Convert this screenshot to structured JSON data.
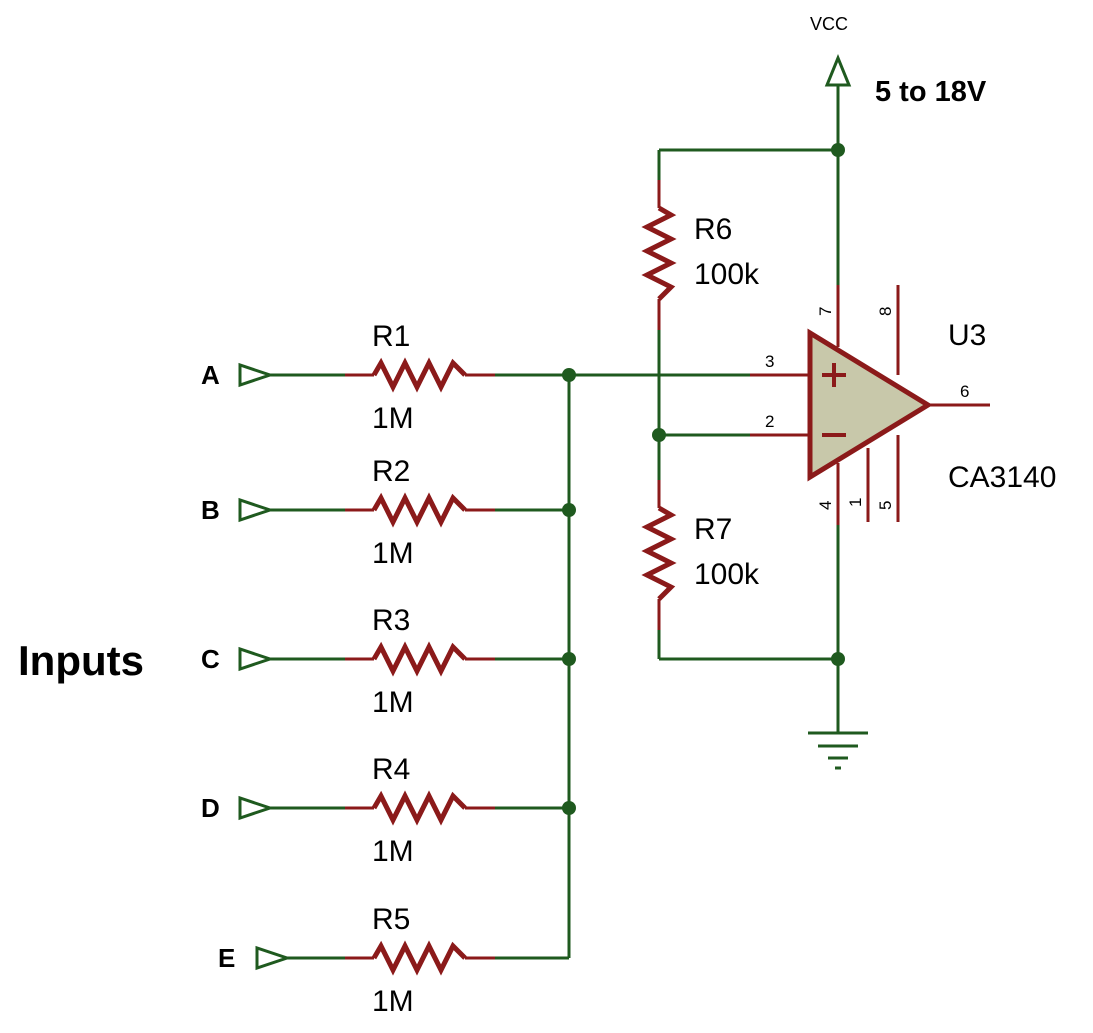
{
  "title": "Inputs",
  "supply": {
    "label": "VCC",
    "range": "5 to 18V"
  },
  "inputs": [
    {
      "label": "A",
      "ref": "R1",
      "value": "1M"
    },
    {
      "label": "B",
      "ref": "R2",
      "value": "1M"
    },
    {
      "label": "C",
      "ref": "R3",
      "value": "1M"
    },
    {
      "label": "D",
      "ref": "R4",
      "value": "1M"
    },
    {
      "label": "E",
      "ref": "R5",
      "value": "1M"
    }
  ],
  "divider": {
    "top": {
      "ref": "R6",
      "value": "100k"
    },
    "bottom": {
      "ref": "R7",
      "value": "100k"
    }
  },
  "opamp": {
    "ref": "U3",
    "part": "CA3140",
    "pins": {
      "noninv": "3",
      "inv": "2",
      "out": "6",
      "vplus": "7",
      "vminus": "4",
      "p1": "1",
      "p5": "5",
      "p8": "8"
    }
  },
  "colors": {
    "wire": "#1f5a1f",
    "component": "#8b1a1a",
    "opamp_fill": "#c8c8aa"
  }
}
